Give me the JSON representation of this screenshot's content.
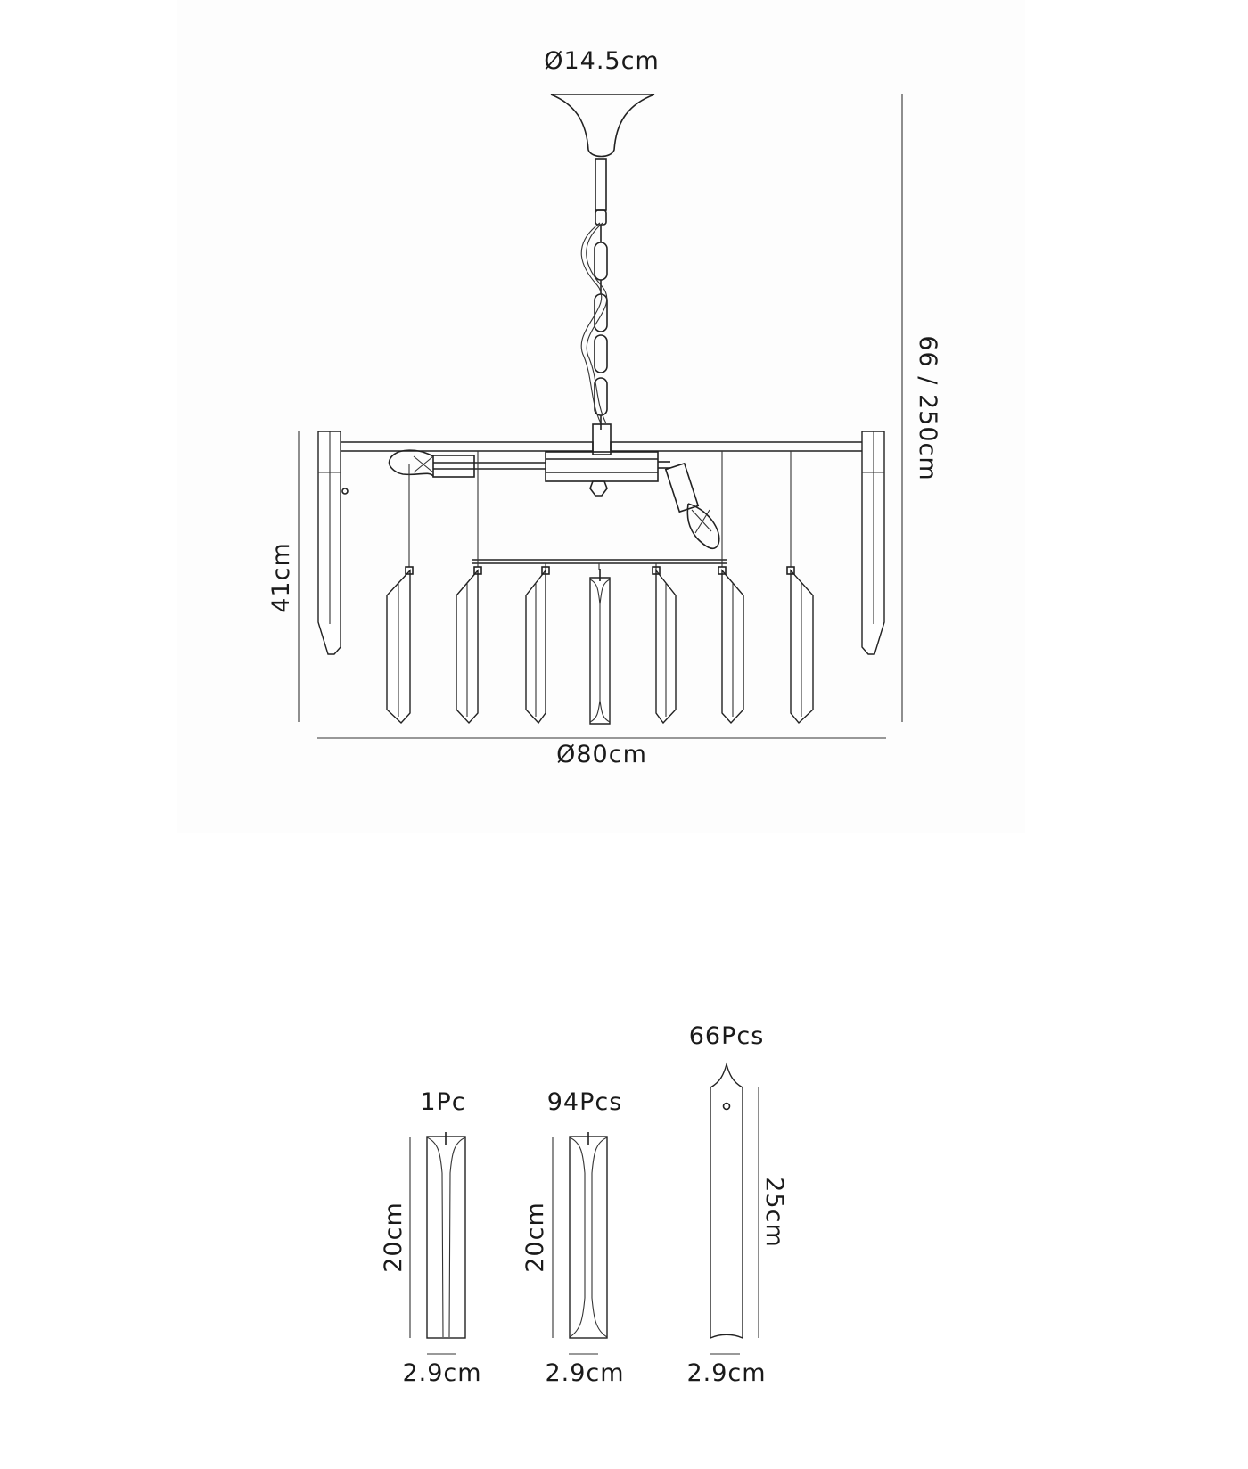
{
  "fixture": {
    "canopy_diameter": "Ø14.5cm",
    "overall_drop": "66 / 250cm",
    "body_height": "41cm",
    "diameter": "Ø80cm"
  },
  "crystals": [
    {
      "qty": "1Pc",
      "height": "20cm",
      "width": "2.9cm"
    },
    {
      "qty": "94Pcs",
      "height": "20cm",
      "width": "2.9cm"
    },
    {
      "qty": "66Pcs",
      "height": "25cm",
      "width": "2.9cm"
    }
  ]
}
